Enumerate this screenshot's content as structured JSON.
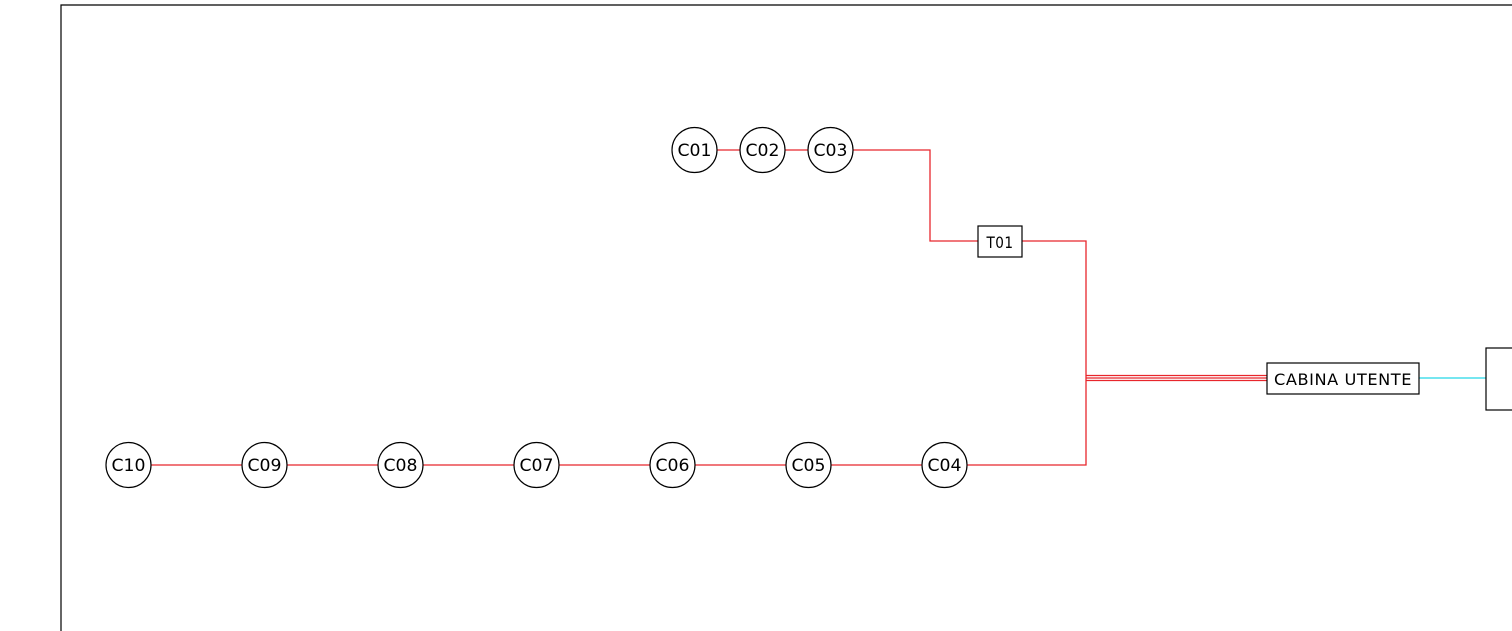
{
  "diagram": {
    "nodes": {
      "c01": "C01",
      "c02": "C02",
      "c03": "C03",
      "c04": "C04",
      "c05": "C05",
      "c06": "C06",
      "c07": "C07",
      "c08": "C08",
      "c09": "C09",
      "c10": "C10"
    },
    "transformer": "T01",
    "substation": "CABINA UTENTE",
    "colors": {
      "cable": "#e8262c",
      "link": "#24d6e8",
      "outline": "#000000"
    }
  }
}
